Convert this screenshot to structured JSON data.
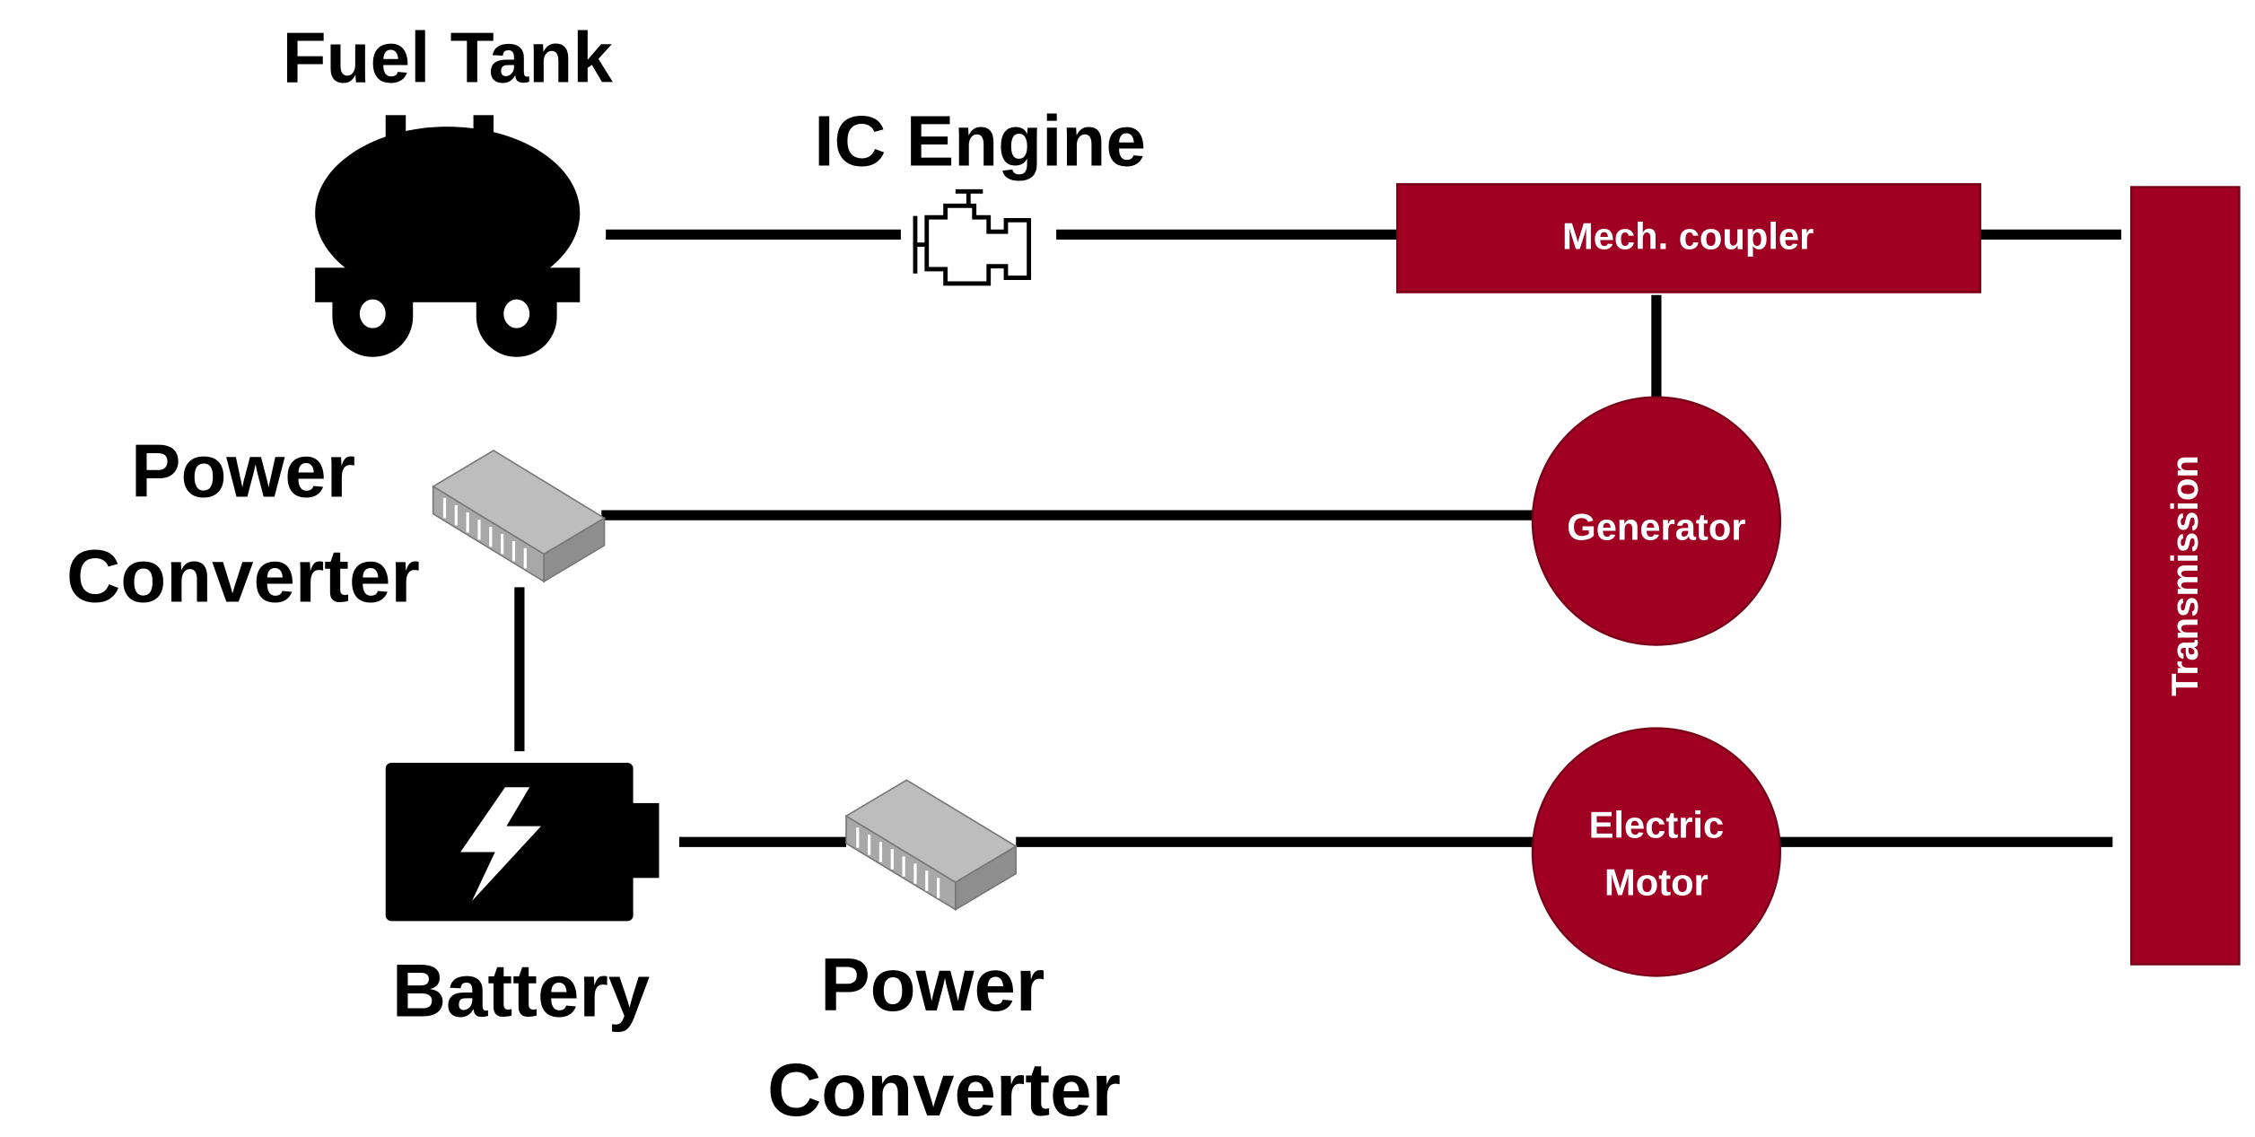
{
  "diagram": {
    "title": "Series-parallel hybrid powertrain",
    "accent_color": "#a00022",
    "nodes": {
      "fuel_tank": {
        "label": "Fuel Tank",
        "icon": "fuel-tank-icon"
      },
      "ic_engine": {
        "label": "IC Engine",
        "icon": "engine-icon"
      },
      "mech_coupler": {
        "label": "Mech. coupler"
      },
      "transmission": {
        "label": "Transmission"
      },
      "generator": {
        "label": "Generator"
      },
      "electric_motor": {
        "label_line1": "Electric",
        "label_line2": "Motor"
      },
      "power_converter_top": {
        "label_line1": "Power",
        "label_line2": "Converter",
        "icon": "power-converter-icon"
      },
      "battery": {
        "label": "Battery",
        "icon": "battery-icon"
      },
      "power_converter_bottom": {
        "label_line1": "Power",
        "label_line2": "Converter",
        "icon": "power-converter-icon"
      }
    },
    "connections": [
      [
        "fuel_tank",
        "ic_engine"
      ],
      [
        "ic_engine",
        "mech_coupler"
      ],
      [
        "mech_coupler",
        "transmission"
      ],
      [
        "mech_coupler",
        "generator"
      ],
      [
        "generator",
        "power_converter_top"
      ],
      [
        "power_converter_top",
        "battery"
      ],
      [
        "battery",
        "power_converter_bottom"
      ],
      [
        "power_converter_bottom",
        "electric_motor"
      ],
      [
        "electric_motor",
        "transmission"
      ]
    ]
  }
}
